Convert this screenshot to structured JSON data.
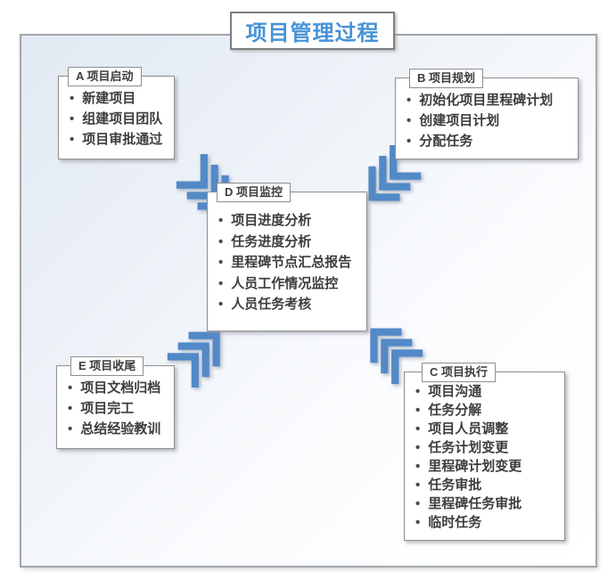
{
  "title": "项目管理过程",
  "boxes": [
    {
      "id": "A",
      "header": "A 项目启动",
      "items": [
        "新建项目",
        "组建项目团队",
        "项目审批通过"
      ]
    },
    {
      "id": "B",
      "header": "B 项目规划",
      "items": [
        "初始化项目里程碑计划",
        "创建项目计划",
        "分配任务"
      ]
    },
    {
      "id": "D",
      "header": "D 项目监控",
      "items": [
        "项目进度分析",
        "任务进度分析",
        "里程碑节点汇总报告",
        "人员工作情况监控",
        "人员任务考核"
      ]
    },
    {
      "id": "E",
      "header": "E 项目收尾",
      "items": [
        "项目文档归档",
        "项目完工",
        "总结经验教训"
      ]
    },
    {
      "id": "C",
      "header": "C 项目执行",
      "items": [
        "项目沟通",
        "任务分解",
        "项目人员调整",
        "任务计划变更",
        "里程碑计划变更",
        "任务审批",
        "里程碑任务审批",
        "临时任务"
      ]
    }
  ],
  "arrows": [
    {
      "name": "arrow-a-to-d",
      "direction": "down-right"
    },
    {
      "name": "arrow-b-to-d",
      "direction": "down-left"
    },
    {
      "name": "arrow-e-to-d",
      "direction": "up-right"
    },
    {
      "name": "arrow-c-to-d",
      "direction": "up-left"
    }
  ],
  "colors": {
    "title_blue": "#4793d8",
    "arrow_blue": "#5289c7",
    "border_gray": "#8f8f8f",
    "frame_gray": "#a2a6ab",
    "text_dark": "#3d3d3d",
    "background_tint": "#e2e9f3"
  }
}
